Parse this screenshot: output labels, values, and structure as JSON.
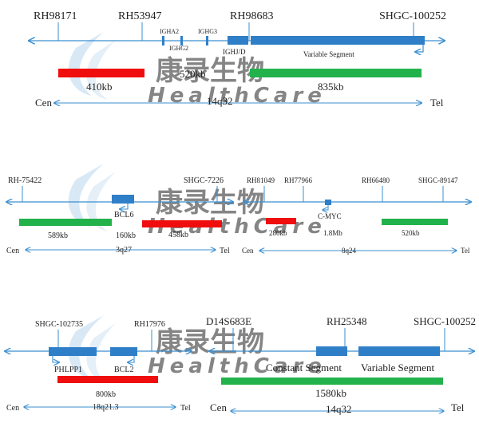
{
  "colors": {
    "line": "#3a8fd1",
    "gene": "#2f7fc8",
    "red": "#f00d0d",
    "green": "#22b24c",
    "text": "#222222",
    "watermark": "#b9d6ee"
  },
  "watermark": {
    "cn": "康录生物",
    "en": "HealthCare"
  },
  "panels": {
    "igh_top": {
      "markers": [
        "RH98171",
        "RH53947",
        "RH98683",
        "SHGC-100252"
      ],
      "genes": [
        "IGHA2",
        "IGHG2",
        "IGHG3",
        "IGHJ/D",
        "Variable Segment"
      ],
      "probes": [
        {
          "color": "red",
          "label": "410kb"
        },
        {
          "color": "gap",
          "label": "520kb"
        },
        {
          "color": "green",
          "label": "835kb"
        }
      ],
      "cen": "Cen",
      "tel": "Tel",
      "band": "14q32"
    },
    "bcl6": {
      "markers": [
        "RH-75422",
        "SHGC-7226"
      ],
      "gene": "BCL6",
      "probes": [
        {
          "color": "green",
          "label": "589kb"
        },
        {
          "color": "gap",
          "label": "160kb"
        },
        {
          "color": "red",
          "label": "458kb"
        }
      ],
      "cen": "Cen",
      "tel": "Tel",
      "band": "3q27"
    },
    "myc": {
      "markers": [
        "RH81049",
        "RH77966",
        "RH66480",
        "SHGC-89147"
      ],
      "gene": "C-MYC",
      "probes": [
        {
          "color": "red",
          "label": "280kb"
        },
        {
          "color": "gap",
          "label": "1.8Mb"
        },
        {
          "color": "green",
          "label": "520kb"
        }
      ],
      "cen": "Cen",
      "tel": "Tel",
      "band": "8q24"
    },
    "bcl2": {
      "markers": [
        "SHGC-102735",
        "RH17976"
      ],
      "genes": [
        "PHLPP1",
        "BCL2"
      ],
      "probes": [
        {
          "color": "red",
          "label": "800kb"
        }
      ],
      "cen": "Cen",
      "tel": "Tel",
      "band": "18q21.3"
    },
    "igh_bottom": {
      "markers": [
        "D14S683E",
        "RH25348",
        "SHGC-100252"
      ],
      "genes": [
        "Constant Segment",
        "Variable Segment"
      ],
      "probes": [
        {
          "color": "green",
          "label": "1580kb"
        }
      ],
      "cen": "Cen",
      "tel": "Tel",
      "band": "14q32"
    }
  }
}
